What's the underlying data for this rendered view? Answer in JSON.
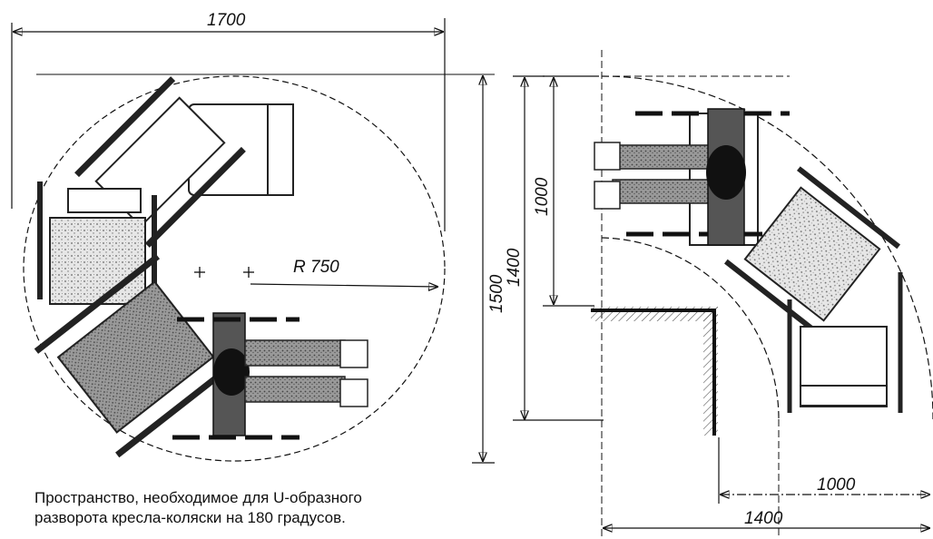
{
  "left_figure": {
    "width_label": "1700",
    "height_label": "1500",
    "radius_label": "R 750"
  },
  "right_figure": {
    "vertical_inner_label": "1000",
    "vertical_outer_label": "1400",
    "horizontal_inner_label": "1000",
    "horizontal_outer_label": "1400"
  },
  "caption": {
    "line1": "Пространство, необходимое для U-образного",
    "line2": "разворота кресла-коляски на 180 градусов."
  },
  "colors": {
    "ink": "#111111",
    "fill_hatch": "#9a9a9a",
    "figure": "#222222"
  },
  "icons": [
    "wheelchair-figure",
    "person-seated-figure",
    "center-cross-icon"
  ]
}
